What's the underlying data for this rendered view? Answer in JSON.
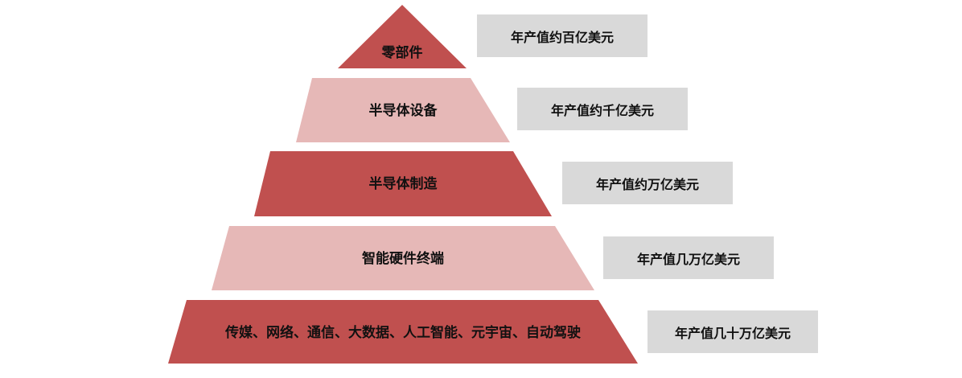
{
  "colors": {
    "dark_tier": "#c0504f",
    "light_tier": "#e6b8b7",
    "value_box": "#d9d9d9",
    "text": "#111111"
  },
  "tiers": [
    {
      "label": "零部件",
      "value": "年产值约百亿美元",
      "shade": "dark"
    },
    {
      "label": "半导体设备",
      "value": "年产值约千亿美元",
      "shade": "light"
    },
    {
      "label": "半导体制造",
      "value": "年产值约万亿美元",
      "shade": "dark"
    },
    {
      "label": "智能硬件终端",
      "value": "年产值几万亿美元",
      "shade": "light"
    },
    {
      "label": "传媒、网络、通信、大数据、人工智能、元宇宙、自动驾驶",
      "value": "年产值几十万亿美元",
      "shade": "dark"
    }
  ]
}
